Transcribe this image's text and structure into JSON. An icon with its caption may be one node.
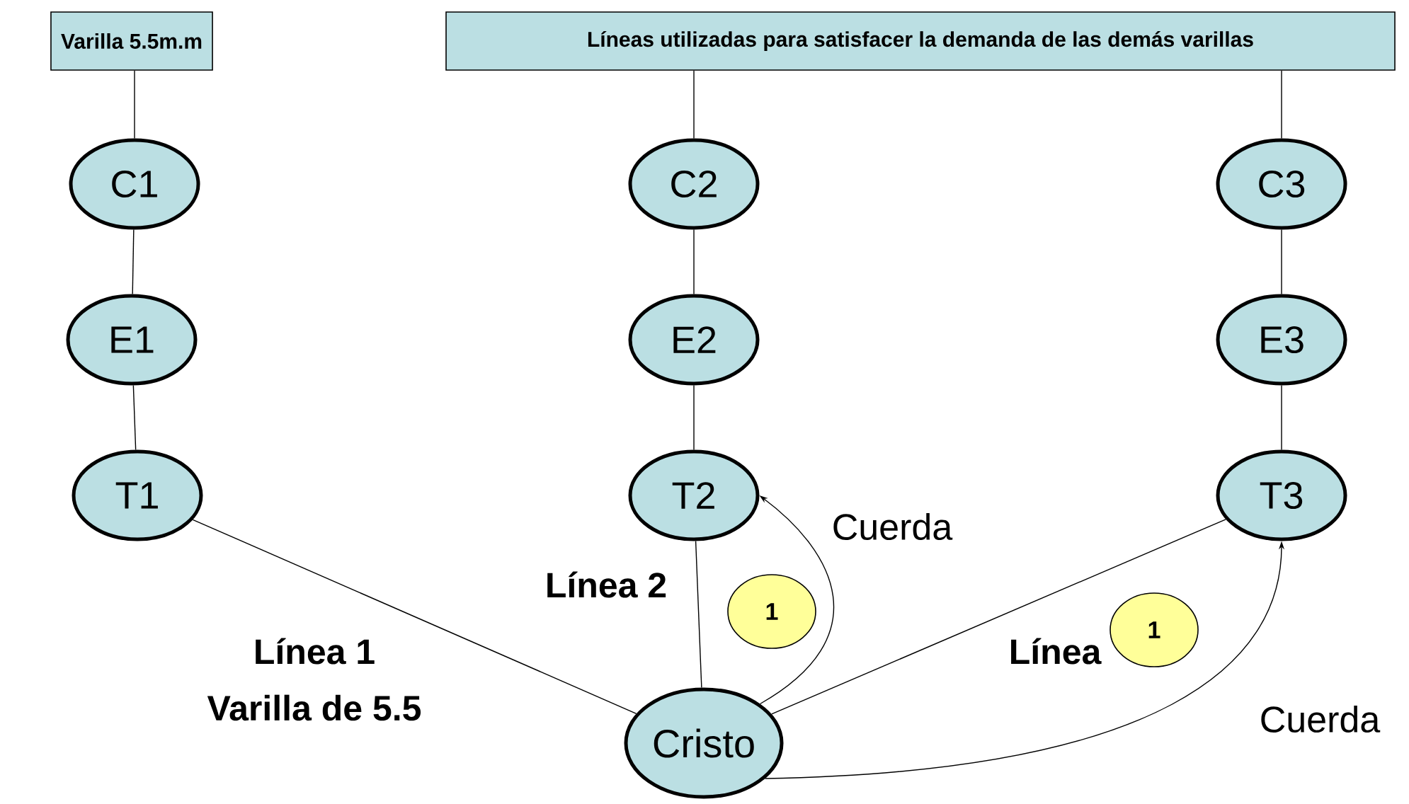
{
  "diagram": {
    "nodes": [
      {
        "text": [
          "Varilla 5.5m.m"
        ]
      },
      {
        "text": [
          "Líneas utilizadas para satisfacer la demanda de las demás varillas"
        ]
      },
      {
        "text": [
          "C1"
        ]
      },
      {
        "text": [
          "C2"
        ]
      },
      {
        "text": [
          "C3"
        ]
      },
      {
        "text": [
          "E1"
        ]
      },
      {
        "text": [
          "E2"
        ]
      },
      {
        "text": [
          "E3"
        ]
      },
      {
        "text": [
          "T1"
        ]
      },
      {
        "text": [
          "T2"
        ]
      },
      {
        "text": [
          "T3"
        ]
      },
      {
        "text": [
          "Cristo"
        ]
      },
      {
        "text": [
          "1"
        ]
      },
      {
        "text": [
          "1"
        ]
      }
    ],
    "edges": [
      {
        "from": 0,
        "to": 2,
        "arrow": "none"
      },
      {
        "from": 1,
        "to": 3,
        "arrow": "none"
      },
      {
        "from": 1,
        "to": 4,
        "arrow": "none"
      },
      {
        "from": 2,
        "to": 5,
        "arrow": "none"
      },
      {
        "from": 3,
        "to": 6,
        "arrow": "none"
      },
      {
        "from": 4,
        "to": 7,
        "arrow": "none"
      },
      {
        "from": 5,
        "to": 8,
        "arrow": "none"
      },
      {
        "from": 6,
        "to": 9,
        "arrow": "none"
      },
      {
        "from": 7,
        "to": 10,
        "arrow": "none"
      },
      {
        "from": 8,
        "to": 11,
        "arrow": "none"
      },
      {
        "from": 9,
        "to": 11,
        "arrow": "none"
      },
      {
        "from": 11,
        "to": 10,
        "arrow": "none"
      },
      {
        "from": 11,
        "to": 9,
        "arrow": "to",
        "label": "Cuerda"
      },
      {
        "from": 11,
        "to": 10,
        "arrow": "to",
        "label": "Cuerda"
      }
    ],
    "labels": [
      "Línea 2",
      "Línea",
      "Línea 1",
      "Varilla de 5.5"
    ]
  }
}
